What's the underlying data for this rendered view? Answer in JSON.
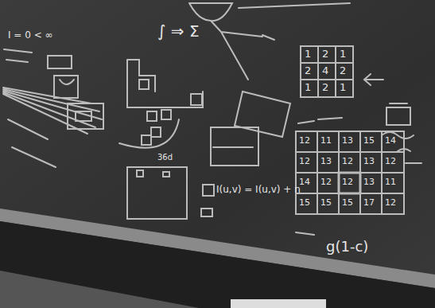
{
  "diagram": {
    "labels": [
      "I = 0 < ∞",
      "∫ ⇒ Σ",
      "1",
      "2",
      "1",
      "2",
      "4",
      "2",
      "1",
      "2",
      "1",
      "12",
      "11",
      "13",
      "15",
      "14",
      "12",
      "13",
      "12",
      "13",
      "12",
      "14",
      "12",
      "12",
      "13",
      "11",
      "15",
      "15",
      "15",
      "17",
      "12",
      "I(u,v) = I(u,v) + n",
      "g(1-c)",
      "36d"
    ]
  }
}
